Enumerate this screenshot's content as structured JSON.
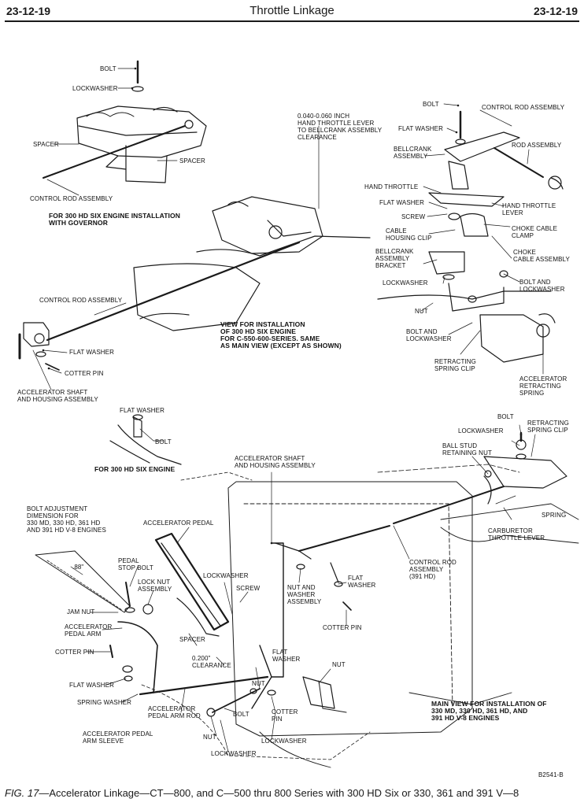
{
  "header": {
    "left_code": "23-12-19",
    "title": "Throttle Linkage",
    "right_code": "23-12-19"
  },
  "labels": {
    "bolt_top": "BOLT",
    "lockwasher_top": "LOCKWASHER",
    "spacer_left": "SPACER",
    "spacer_right": "SPACER",
    "control_rod_assembly_top": "CONTROL ROD ASSEMBLY",
    "for_300_governor": "FOR 300 HD SIX ENGINE INSTALLATION\nWITH GOVERNOR",
    "clearance_note": "0.040-0.060 INCH\nHAND THROTTLE LEVER\nTO BELLCRANK ASSEMBLY\nCLEARANCE",
    "bolt_right": "BOLT",
    "control_rod_assembly_right": "CONTROL ROD ASSEMBLY",
    "flat_washer_right": "FLAT WASHER",
    "rod_assembly": "ROD ASSEMBLY",
    "bellcrank_assembly": "BELLCRANK\nASSEMBLY",
    "hand_throttle": "HAND THROTTLE",
    "hand_throttle_lever": "HAND THROTTLE\nLEVER",
    "flat_washer_right2": "FLAT WASHER",
    "screw_right": "SCREW",
    "choke_cable_clamp": "CHOKE CABLE\nCLAMP",
    "cable_housing_clip": "CABLE\nHOUSING CLIP",
    "bellcrank_assembly_bracket": "BELLCRANK\nASSEMBLY\nBRACKET",
    "choke_cable_assembly": "CHOKE\nCABLE ASSEMBLY",
    "lockwasher_right": "LOCKWASHER",
    "bolt_and_lockwasher_right": "BOLT AND\nLOCKWASHER",
    "nut_right": "NUT",
    "bolt_and_lockwasher_mid": "BOLT AND\nLOCKWASHER",
    "retracting_spring_clip_right": "RETRACTING\nSPRING CLIP",
    "accelerator_retracting_spring": "ACCELERATOR\nRETRACTING\nSPRING",
    "control_rod_assembly_mid": "CONTROL ROD ASSEMBLY",
    "view_for_installation": "VIEW FOR INSTALLATION\nOF 300 HD SIX ENGINE\nFOR C-550-600-SERIES. SAME\nAS MAIN VIEW (EXCEPT AS SHOWN)",
    "flat_washer_mid": "FLAT WASHER",
    "cotter_pin_mid": "COTTER PIN",
    "accelerator_shaft_housing_left": "ACCELERATOR SHAFT\nAND HOUSING ASSEMBLY",
    "flat_washer_inset": "FLAT WASHER",
    "bolt_inset": "BOLT",
    "for_300_six": "FOR 300 HD SIX ENGINE",
    "bolt_lower_right": "BOLT",
    "lockwasher_lower_right": "LOCKWASHER",
    "retracting_spring_clip_lower": "RETRACTING\nSPRING CLIP",
    "ball_stud_retaining_nut": "BALL STUD\nRETAINING NUT",
    "accelerator_shaft_housing_mid": "ACCELERATOR SHAFT\nAND HOUSING ASSEMBLY",
    "spring": "SPRING",
    "carburetor_throttle_lever": "CARBURETOR\nTHROTTLE LEVER",
    "bolt_adjustment": "BOLT ADJUSTMENT\nDIMENSION FOR\n330 MD, 330 HD, 361 HD\nAND 391 HD V-8 ENGINES",
    "accelerator_pedal": "ACCELERATOR PEDAL",
    "dim_88": ".88\"",
    "pedal_stop_bolt": "PEDAL\nSTOP BOLT",
    "lock_nut_assembly": "LOCK NUT\nASSEMBLY",
    "lockwasher_center": "LOCKWASHER",
    "screw_center": "SCREW",
    "control_rod_assembly_391": "CONTROL ROD\nASSEMBLY\n(391 HD)",
    "nut_and_washer_assembly": "NUT AND\nWASHER\nASSEMBLY",
    "flat_washer_lower_right": "FLAT\nWASHER",
    "jam_nut": "JAM NUT",
    "accelerator_pedal_arm": "ACCELERATOR\nPEDAL ARM",
    "cotter_pin_lower_right": "COTTER PIN",
    "spacer_lower": "SPACER",
    "cotter_pin_left": "COTTER PIN",
    "clearance_200": "0.200\"\nCLEARANCE",
    "flat_washer_center": "FLAT\nWASHER",
    "nut_center": "NUT",
    "flat_washer_lower_left": "FLAT WASHER",
    "spring_washer": "SPRING WASHER",
    "nut_center2": "NUT",
    "accelerator_pedal_arm_rod": "ACCELERATOR\nPEDAL ARM ROD",
    "bolt_lower_center": "BOLT",
    "cotter_pin_lower": "COTTER\nPIN",
    "main_view_note": "MAIN VIEW FOR INSTALLATION OF\n330 MD, 330 HD, 361 HD, AND\n391 HD V-8 ENGINES",
    "accelerator_pedal_arm_sleeve": "ACCELERATOR PEDAL\nARM SLEEVE",
    "nut_bottom": "NUT",
    "lockwasher_bottom": "LOCKWASHER",
    "lockwasher_bottom_center": "LOCKWASHER"
  },
  "figure_code": "B2541-B",
  "caption": {
    "prefix": "FIG. 17",
    "text": "—Accelerator Linkage—CT—800, and C—500 thru 800 Series with 300 HD Six or 330, 361 and 391 V—8"
  }
}
